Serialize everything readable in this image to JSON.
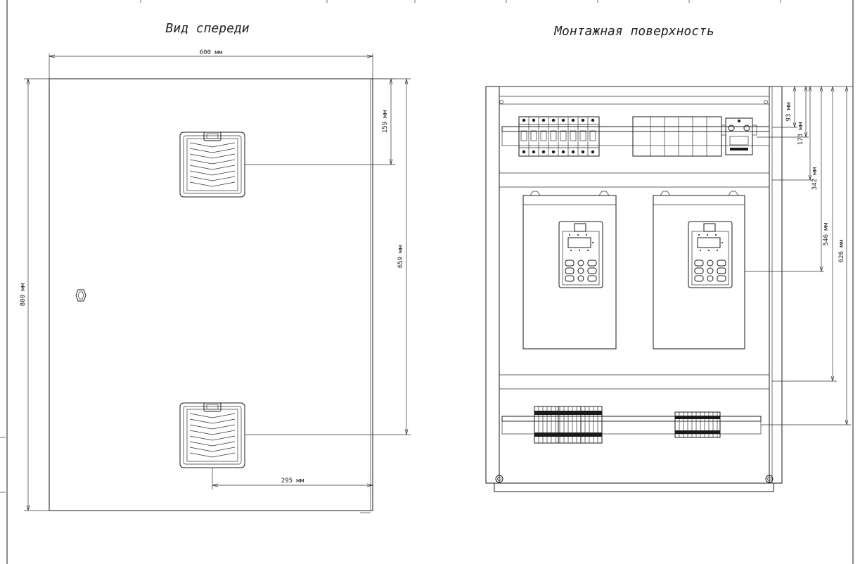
{
  "front_view": {
    "title": "Вид спереди",
    "dim_width": "600 мм",
    "dim_height": "800 мм",
    "dim_vent_top": "159 мм",
    "dim_vent_spacing": "659 мм",
    "dim_vent_offset": "295 мм"
  },
  "mounting_view": {
    "title": "Монтажная поверхность",
    "dims": [
      "93 мм",
      "173 мм",
      "342 мм",
      "546 мм",
      "626 мм"
    ]
  }
}
